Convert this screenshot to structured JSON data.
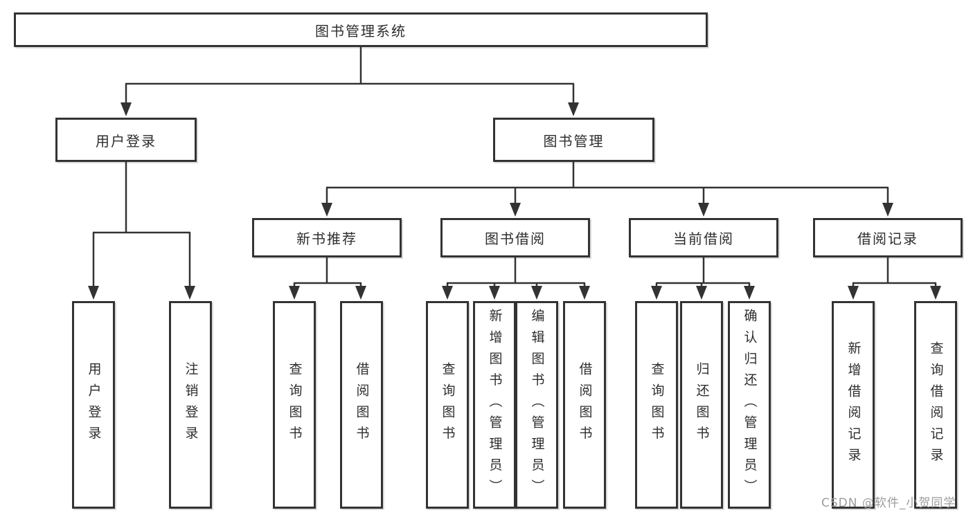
{
  "diagram_title": "图书管理系统",
  "colors": {
    "line": "#333333",
    "box_border": "#333333",
    "text": "#2d2d2d",
    "background": "#ffffff",
    "watermark": "#9c9c9c"
  },
  "tree": {
    "root": {
      "label": "图书管理系统"
    },
    "level2": [
      {
        "id": "user-login",
        "label": "用户登录"
      },
      {
        "id": "book-management",
        "label": "图书管理"
      }
    ],
    "level3": [
      {
        "id": "new-book-recommend",
        "label": "新书推荐",
        "parent": "book-management"
      },
      {
        "id": "book-borrow",
        "label": "图书借阅",
        "parent": "book-management"
      },
      {
        "id": "current-borrow",
        "label": "当前借阅",
        "parent": "book-management"
      },
      {
        "id": "borrow-records",
        "label": "借阅记录",
        "parent": "book-management"
      }
    ],
    "leaves": [
      {
        "id": "leaf-user-login",
        "label": "用户登录",
        "parent": "user-login"
      },
      {
        "id": "leaf-logout",
        "label": "注销登录",
        "parent": "user-login"
      },
      {
        "id": "leaf-query-books-recommend",
        "label": "查询图书",
        "parent": "new-book-recommend"
      },
      {
        "id": "leaf-borrow-books-recommend",
        "label": "借阅图书",
        "parent": "new-book-recommend"
      },
      {
        "id": "leaf-query-books-borrow",
        "label": "查询图书",
        "parent": "book-borrow"
      },
      {
        "id": "leaf-add-books-admin",
        "label": "新增图书（管理员）",
        "parent": "book-borrow"
      },
      {
        "id": "leaf-edit-books-admin",
        "label": "编辑图书（管理员）",
        "parent": "book-borrow"
      },
      {
        "id": "leaf-borrow-books",
        "label": "借阅图书",
        "parent": "book-borrow"
      },
      {
        "id": "leaf-query-books-current",
        "label": "查询图书",
        "parent": "current-borrow"
      },
      {
        "id": "leaf-return-books",
        "label": "归还图书",
        "parent": "current-borrow"
      },
      {
        "id": "leaf-confirm-return-admin",
        "label": "确认归还（管理员）",
        "parent": "current-borrow"
      },
      {
        "id": "leaf-add-borrow-record",
        "label": "新增借阅记录",
        "parent": "borrow-records"
      },
      {
        "id": "leaf-query-borrow-record",
        "label": "查询借阅记录",
        "parent": "borrow-records"
      }
    ]
  },
  "watermark": "CSDN @软件_小贺同学"
}
